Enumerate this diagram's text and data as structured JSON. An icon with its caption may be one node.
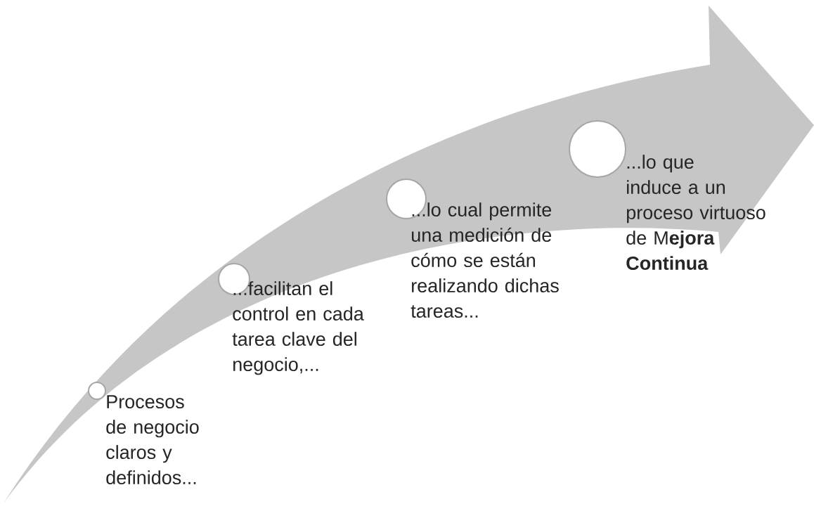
{
  "diagram": {
    "nodes": [
      {
        "text": [],
        "shape": "circle",
        "beside": [
          "Procesos de negocio claros y definidos..."
        ]
      },
      {
        "text": [],
        "shape": "circle",
        "beside": [
          "...facilitan el control en cada tarea clave del negocio,..."
        ]
      },
      {
        "text": [],
        "shape": "circle",
        "beside": [
          "...lo cual permite una medición  de cómo se están realizando dichas tareas..."
        ]
      },
      {
        "text": [],
        "shape": "circle",
        "beside": [
          "...lo que induce a un proceso virtuoso de M**ejora Continua**"
        ]
      }
    ]
  }
}
